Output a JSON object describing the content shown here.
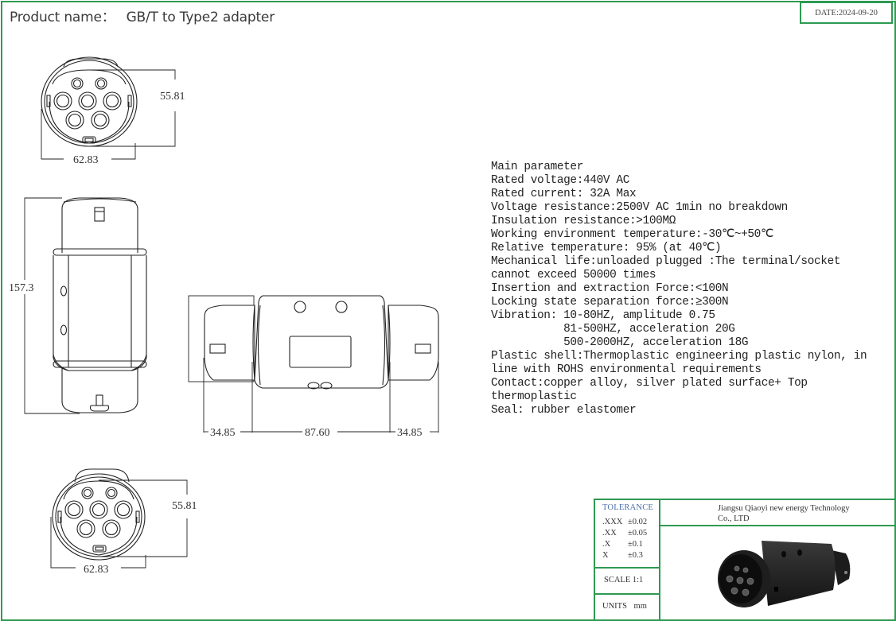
{
  "header": {
    "product_label": "Product name：",
    "product_name": "GB/T to Type2  adapter",
    "date": "DATE:2024-09-20"
  },
  "drawings": {
    "front_view_top": {
      "width_dim": "62.83",
      "height_dim": "55.81"
    },
    "side_view": {
      "length_dim": "157.3"
    },
    "top_view": {
      "left_dim": "34.85",
      "middle_dim": "87.60",
      "right_dim": "34.85"
    },
    "front_view_bottom": {
      "width_dim": "62.83",
      "height_dim": "55.81"
    }
  },
  "parameters": {
    "lines": [
      "Main parameter",
      "Rated voltage:440V AC",
      "Rated current: 32A Max",
      "Voltage resistance:2500V AC 1min no breakdown",
      "Insulation resistance:>100MΩ",
      "Working environment temperature:-30℃~+50℃",
      "Relative temperature: 95% (at 40℃)",
      "Mechanical life:unloaded plugged :The terminal/socket",
      "cannot exceed 50000 times",
      "Insertion and extraction Force:<100N",
      "Locking state separation force:≥300N",
      "Vibration: 10-80HZ, amplitude 0.75",
      "           81-500HZ, acceleration 20G",
      "           500-2000HZ, acceleration 18G",
      "Plastic shell:Thermoplastic engineering plastic nylon, in",
      "line with ROHS environmental requirements",
      "Contact:copper alloy, silver plated surface+ Top",
      "thermoplastic",
      "Seal: rubber elastomer"
    ]
  },
  "title_block": {
    "tolerance_title": "TOLERANCE",
    "tolerances": [
      {
        "key": ".XXX",
        "value": "±0.02"
      },
      {
        "key": ".XX",
        "value": "±0.05"
      },
      {
        "key": ".X",
        "value": "±0.1"
      },
      {
        "key": "X",
        "value": "±0.3"
      }
    ],
    "scale": "SCALE  1:1",
    "units": "UNITS mm",
    "company_line1": "Jiangsu Qiaoyi new energy Technology",
    "company_line2": "Co., LTD",
    "photo_alt": "GB/T to Type2 adapter product photo"
  },
  "colors": {
    "frame": "#2e9a52",
    "tolerance_title": "#4b6ea8",
    "product_body": "#1f1f1f"
  }
}
